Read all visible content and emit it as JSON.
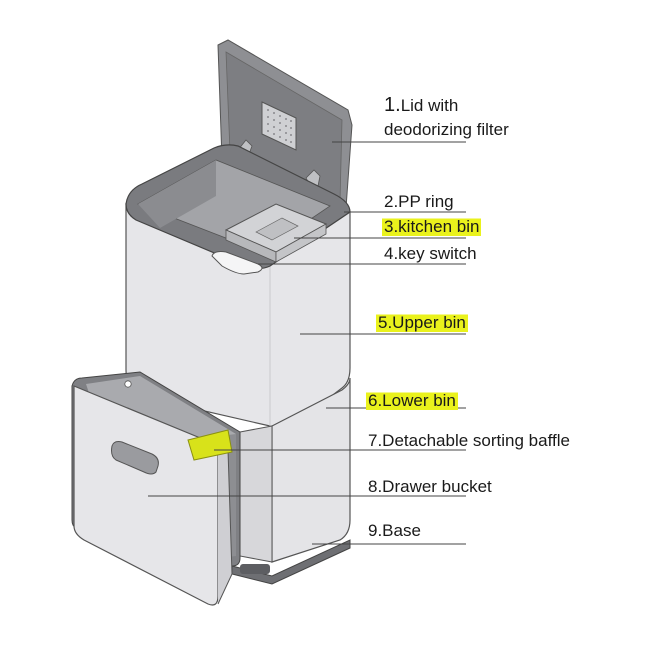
{
  "labels": [
    {
      "line1_num": "1.",
      "line1_text": "Lid with",
      "line2": "deodorizing filter",
      "highlight": false
    },
    {
      "text": "2.PP ring",
      "highlight": false
    },
    {
      "text": "3.kitchen bin",
      "highlight": true
    },
    {
      "text": "4.key switch",
      "highlight": false
    },
    {
      "text": "5.Upper bin",
      "highlight": true
    },
    {
      "text": "6.Lower bin",
      "highlight": true
    },
    {
      "text": "7.Detachable sorting baffle",
      "highlight": false
    },
    {
      "text": "8.Drawer bucket",
      "highlight": false
    },
    {
      "text": "9.Base",
      "highlight": false
    }
  ],
  "colors": {
    "body": "#e6e6e9",
    "body_shadow": "#d2d2d6",
    "outline": "#555555",
    "lid": "#8e8f93",
    "lid_dark": "#6f7074",
    "interior": "#9a9a9e",
    "baffle": "#d8e21a",
    "highlight": "#eaf21c",
    "leader": "#444444"
  }
}
